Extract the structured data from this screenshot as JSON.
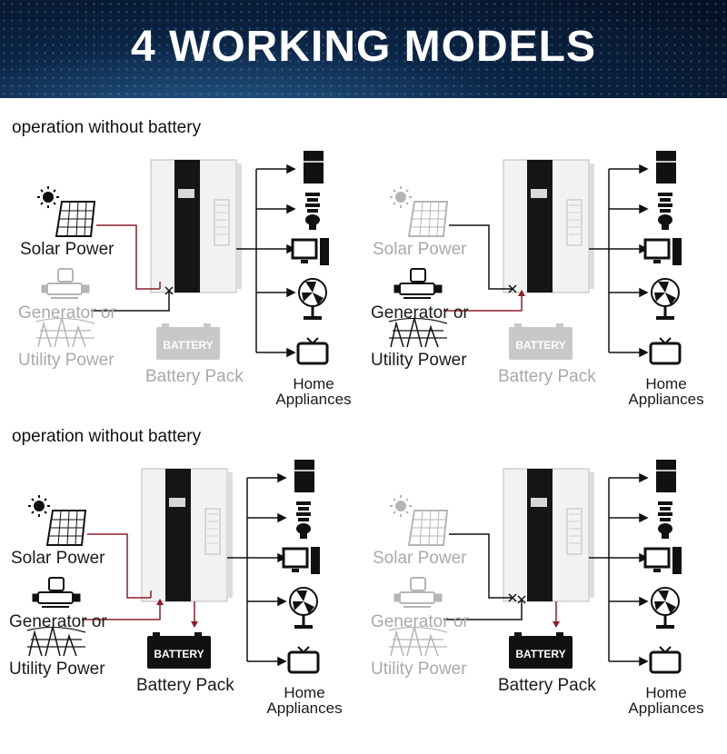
{
  "header": {
    "title": "4 WORKING MODELS"
  },
  "sections": [
    {
      "label": "operation without battery"
    },
    {
      "label": "operation without battery"
    }
  ],
  "labels": {
    "solar": "Solar Power",
    "generator": "Generator or",
    "utility": "Utility Power",
    "battery_text": "BATTERY",
    "battery_pack": "Battery Pack",
    "home_1": "Home",
    "home_2": "Appliances"
  },
  "panels": [
    {
      "id": "top-left",
      "solar": true,
      "grid": false,
      "battery": false
    },
    {
      "id": "top-right",
      "solar": false,
      "grid": true,
      "battery": false
    },
    {
      "id": "bottom-left",
      "solar": true,
      "grid": true,
      "battery": true
    },
    {
      "id": "bottom-right",
      "solar": false,
      "grid": false,
      "battery": true
    }
  ],
  "colors": {
    "active_line": "#8b1e2b",
    "inactive": "#b5b5b5",
    "dark": "#111111",
    "banner": "#0b2545"
  },
  "icons": [
    "fridge-icon",
    "bulb-icon",
    "computer-icon",
    "fan-icon",
    "tv-icon"
  ]
}
